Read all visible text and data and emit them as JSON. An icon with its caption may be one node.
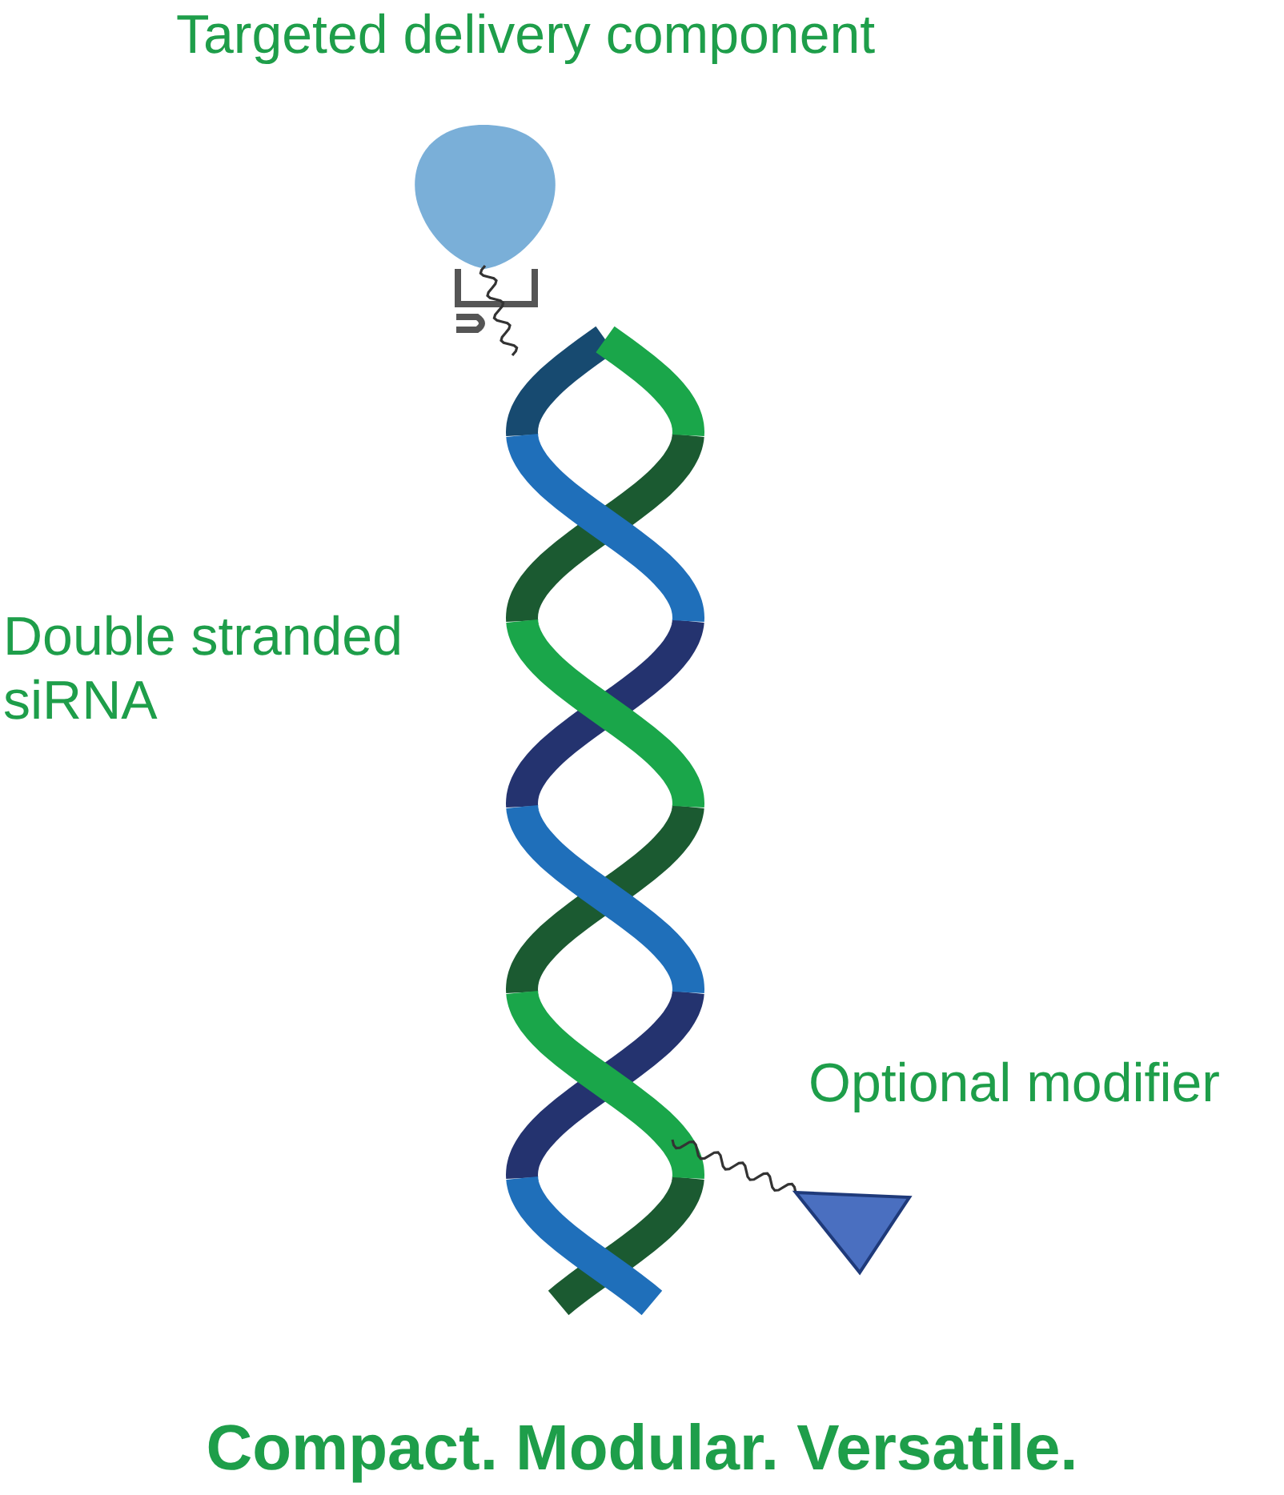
{
  "diagram": {
    "caption": "Compact. Modular. Versatile.",
    "labels": [
      "Targeted delivery component",
      "Double stranded siRNA",
      "Optional modifier"
    ]
  }
}
